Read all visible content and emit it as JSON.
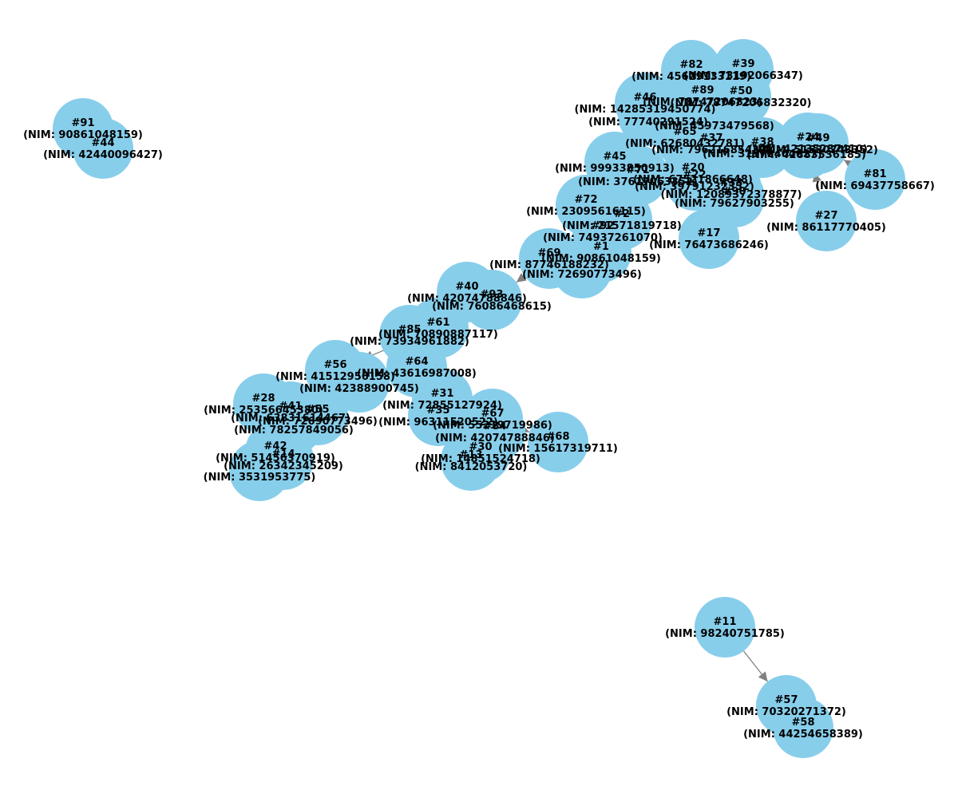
{
  "nodes": [
    {
      "id": "91",
      "label_id": "#91",
      "label_nim": "(NIM: 90861048159)"
    },
    {
      "id": "44",
      "label_id": "#44",
      "label_nim": "(NIM: 42440096427)"
    },
    {
      "id": "82",
      "label_id": "#82",
      "label_nim": "(NIM: 45629133119)"
    },
    {
      "id": "39",
      "label_id": "#39",
      "label_nim": "(NIM: 73192066347)"
    },
    {
      "id": "89",
      "label_id": "#89",
      "label_nim": "(NIM: 78747206823)"
    },
    {
      "id": "50",
      "label_id": "#50",
      "label_nim": "(NIM: 78747206832320)"
    },
    {
      "id": "46",
      "label_id": "#46",
      "label_nim": "(NIM: 14285319450774)"
    },
    {
      "id": "43",
      "label_id": "",
      "label_nim": "(NIM: 77740291524)"
    },
    {
      "id": "18",
      "label_id": "",
      "label_nim": "(NIM: 45973479568)"
    },
    {
      "id": "65",
      "label_id": "#65",
      "label_nim": "(NIM: 62680432781)"
    },
    {
      "id": "37",
      "label_id": "#37",
      "label_nim": "(NIM: 79621685430)"
    },
    {
      "id": "38",
      "label_id": "#38",
      "label_nim": "(NIM: 31972404627)"
    },
    {
      "id": "24",
      "label_id": "#24",
      "label_nim": "(NIM: 42135287410)"
    },
    {
      "id": "49",
      "label_id": "#49",
      "label_nim": "(NIM: 51530743352)"
    },
    {
      "id": "19",
      "label_id": "",
      "label_nim": "(NIM: 42883536185)"
    },
    {
      "id": "81",
      "label_id": "#81",
      "label_nim": "(NIM: 69437758667)"
    },
    {
      "id": "45",
      "label_id": "#45",
      "label_nim": "(NIM: 99933850913)"
    },
    {
      "id": "71",
      "label_id": "#71",
      "label_nim": "(NIM: 37617063352)"
    },
    {
      "id": "20",
      "label_id": "#20",
      "label_nim": "(NIM: 67521866648)"
    },
    {
      "id": "22",
      "label_id": "#22",
      "label_nim": "(NIM: 39791232352)"
    },
    {
      "id": "33",
      "label_id": "#33",
      "label_nim": "(NIM: 12089372378877)"
    },
    {
      "id": "90",
      "label_id": "#90",
      "label_nim": "(NIM: 79627903255)"
    },
    {
      "id": "72",
      "label_id": "#72",
      "label_nim": "(NIM: 23095616115)"
    },
    {
      "id": "2",
      "label_id": "#2",
      "label_nim": "(NIM: 21571819718)"
    },
    {
      "id": "92",
      "label_id": "#92",
      "label_nim": "(NIM: 74937261070)"
    },
    {
      "id": "17",
      "label_id": "#17",
      "label_nim": "(NIM: 76473686246)"
    },
    {
      "id": "27",
      "label_id": "#27",
      "label_nim": "(NIM: 86117770405)"
    },
    {
      "id": "1",
      "label_id": "#1",
      "label_nim": "(NIM: 90861048159)"
    },
    {
      "id": "69",
      "label_id": "#69",
      "label_nim": "(NIM: 87746188232)"
    },
    {
      "id": "6",
      "label_id": "",
      "label_nim": "(NIM: 72690773496)"
    },
    {
      "id": "40",
      "label_id": "#40",
      "label_nim": "(NIM: 42074788846)"
    },
    {
      "id": "93",
      "label_id": "#93",
      "label_nim": "(NIM: 76086468615)"
    },
    {
      "id": "61",
      "label_id": "#61",
      "label_nim": "(NIM: 70890887117)"
    },
    {
      "id": "85",
      "label_id": "#85",
      "label_nim": "(NIM: 73934961882)"
    },
    {
      "id": "64",
      "label_id": "#64",
      "label_nim": "(NIM: 43616987008)"
    },
    {
      "id": "56",
      "label_id": "#56",
      "label_nim": "(NIM: 41512956158)"
    },
    {
      "id": "62",
      "label_id": "",
      "label_nim": "(NIM: 42388900745)"
    },
    {
      "id": "31",
      "label_id": "#31",
      "label_nim": "(NIM: 72855127924)"
    },
    {
      "id": "35",
      "label_id": "#35",
      "label_nim": "(NIM: 96311520522)"
    },
    {
      "id": "67",
      "label_id": "#67",
      "label_nim": "(NIM: 55219719986)"
    },
    {
      "id": "84",
      "label_id": "#84",
      "label_nim": "(NIM: 42074788846)"
    },
    {
      "id": "68",
      "label_id": "#68",
      "label_nim": "(NIM: 15617319711)"
    },
    {
      "id": "30",
      "label_id": "#30",
      "label_nim": "(NIM: 14851524718)"
    },
    {
      "id": "13",
      "label_id": "#13",
      "label_nim": "(NIM: 8412053720)"
    },
    {
      "id": "28",
      "label_id": "#28",
      "label_nim": "(NIM: 25356645380)"
    },
    {
      "id": "41",
      "label_id": "#41",
      "label_nim": "(NIM: 63831614467)"
    },
    {
      "id": "55",
      "label_id": "#55",
      "label_nim": "(NIM: 72690773496)"
    },
    {
      "id": "25",
      "label_id": "",
      "label_nim": "(NIM: 78257849056)"
    },
    {
      "id": "42",
      "label_id": "#42",
      "label_nim": "(NIM: 51456370919)"
    },
    {
      "id": "14",
      "label_id": "#14",
      "label_nim": "(NIM: 26342345209)"
    },
    {
      "id": "3",
      "label_id": "",
      "label_nim": "(NIM: 3531953775)"
    },
    {
      "id": "11",
      "label_id": "#11",
      "label_nim": "(NIM: 98240751785)"
    },
    {
      "id": "57",
      "label_id": "#57",
      "label_nim": "(NIM: 70320271372)"
    },
    {
      "id": "58",
      "label_id": "#58",
      "label_nim": "(NIM: 44254658389)"
    }
  ],
  "edges": [
    [
      "11",
      "57"
    ],
    [
      "57",
      "58"
    ],
    [
      "91",
      "44"
    ],
    [
      "27",
      "24"
    ],
    [
      "81",
      "49"
    ],
    [
      "46",
      "65"
    ],
    [
      "89",
      "38"
    ],
    [
      "1",
      "69"
    ],
    [
      "69",
      "93"
    ],
    [
      "85",
      "64"
    ],
    [
      "61",
      "56"
    ],
    [
      "67",
      "68"
    ],
    [
      "92",
      "1"
    ],
    [
      "72",
      "2"
    ],
    [
      "40",
      "93"
    ],
    [
      "31",
      "35"
    ],
    [
      "28",
      "41"
    ],
    [
      "42",
      "14"
    ]
  ]
}
